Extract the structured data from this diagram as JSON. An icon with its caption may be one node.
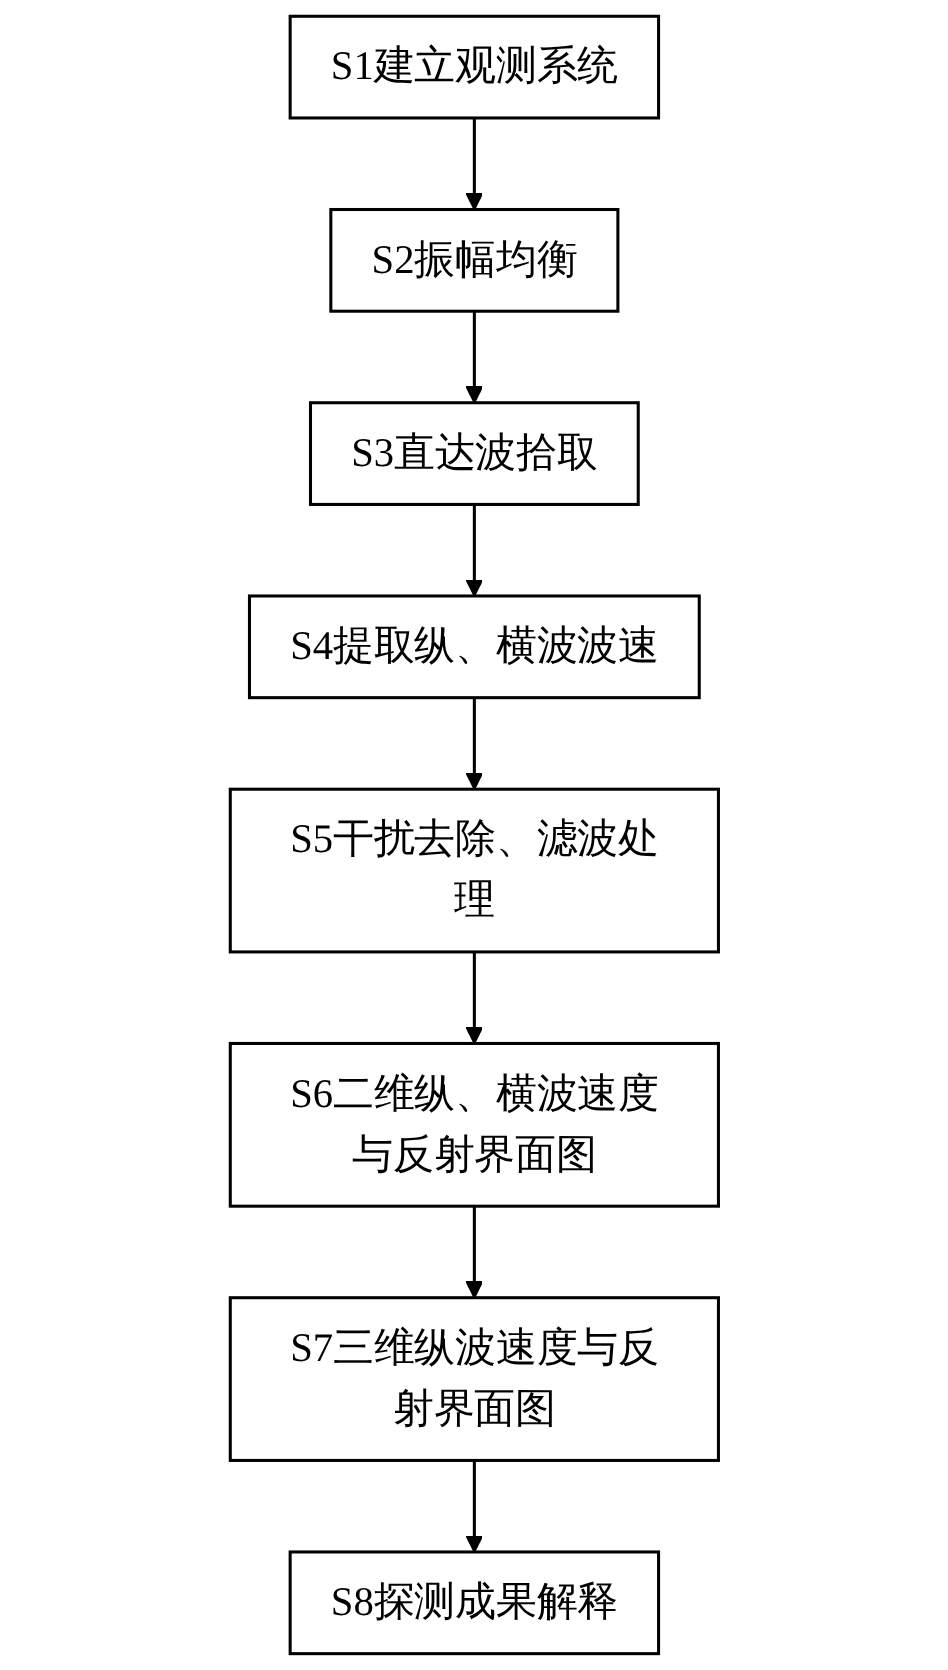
{
  "diagram": {
    "nodes": [
      {
        "text": [
          "S1建立观测系统"
        ]
      },
      {
        "text": [
          "S2振幅均衡"
        ]
      },
      {
        "text": [
          "S3直达波拾取"
        ]
      },
      {
        "text": [
          "S4提取纵、横波波速"
        ]
      },
      {
        "text": [
          "S5干扰去除、滤波处理"
        ]
      },
      {
        "text": [
          "S6二维纵、横波速度与反射界面图"
        ]
      },
      {
        "text": [
          "S7三维纵波速度与反射界面图"
        ]
      },
      {
        "text": [
          "S8探测成果解释"
        ]
      }
    ],
    "edges": [
      {
        "from": 0,
        "to": 1,
        "arrow": "to"
      },
      {
        "from": 1,
        "to": 2,
        "arrow": "to"
      },
      {
        "from": 2,
        "to": 3,
        "arrow": "to"
      },
      {
        "from": 3,
        "to": 4,
        "arrow": "to"
      },
      {
        "from": 4,
        "to": 5,
        "arrow": "to"
      },
      {
        "from": 5,
        "to": 6,
        "arrow": "to"
      },
      {
        "from": 6,
        "to": 7,
        "arrow": "to"
      }
    ]
  }
}
